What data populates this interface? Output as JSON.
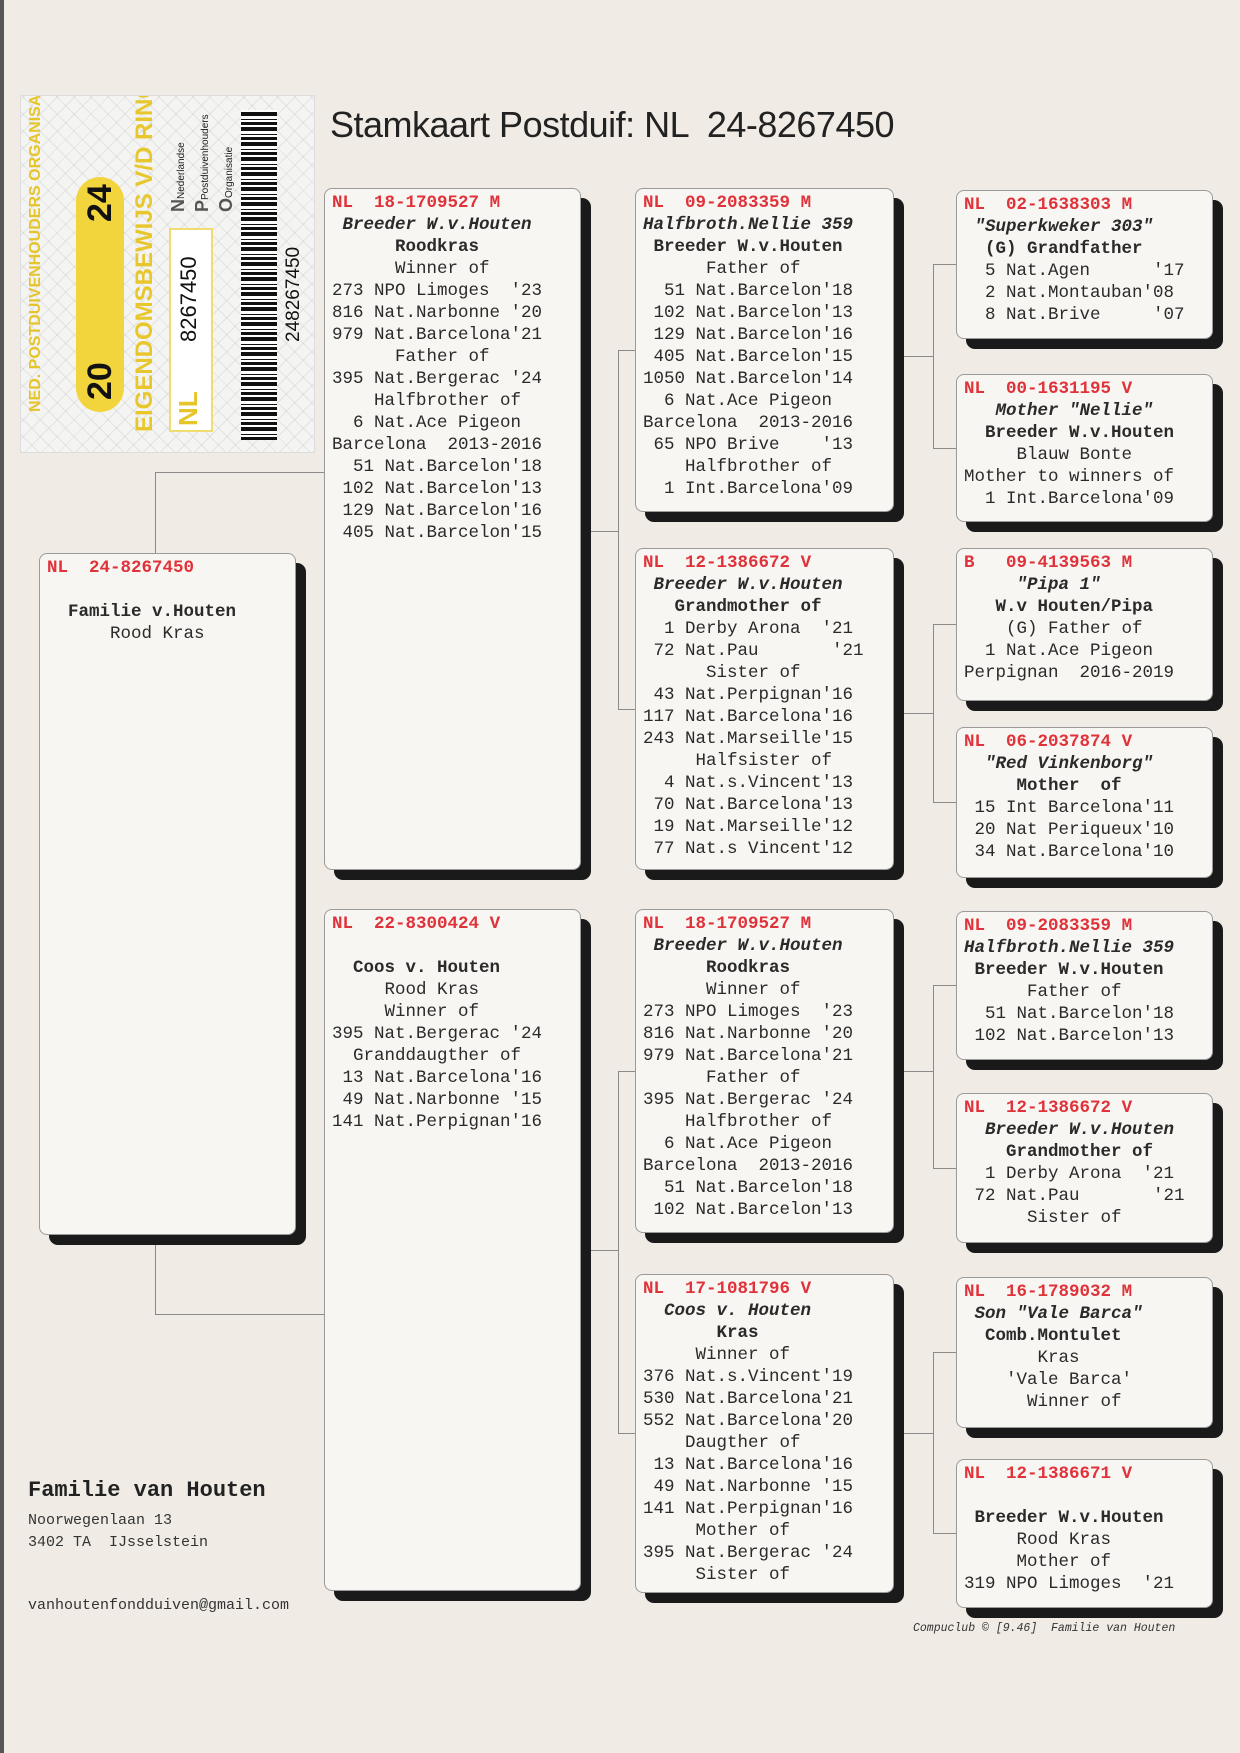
{
  "title": "Stamkaart Postduif: NL  24-8267450",
  "ring_card": {
    "organisation": "NED. POSTDUIVENHOUDERS ORGANISATIE",
    "label": "EIGENDOMSBEWIJS V/D RING",
    "year_left": "20",
    "year_right": "24",
    "country": "NL",
    "ring_number": "8267450",
    "barcode_number": "248267450",
    "npo": [
      "Nederlandse",
      "Postduivenhouders",
      "Organisatie"
    ]
  },
  "pedigree": [
    {
      "country": "NL",
      "ring": "24-8267450",
      "sex": "",
      "lines": [
        {
          "t": ""
        },
        {
          "t": "  Familie v.Houten",
          "s": "b"
        },
        {
          "t": "      Rood Kras"
        }
      ]
    },
    {
      "country": "NL",
      "ring": "18-1709527",
      "sex": "M",
      "lines": [
        {
          "t": " Breeder W.v.Houten",
          "s": "i"
        },
        {
          "t": "      Roodkras",
          "s": "b"
        },
        {
          "t": "      Winner of"
        },
        {
          "t": "273 NPO Limoges  '23"
        },
        {
          "t": "816 Nat.Narbonne '20"
        },
        {
          "t": "979 Nat.Barcelona'21"
        },
        {
          "t": "      Father of"
        },
        {
          "t": "395 Nat.Bergerac '24"
        },
        {
          "t": "    Halfbrother of"
        },
        {
          "t": "  6 Nat.Ace Pigeon"
        },
        {
          "t": "Barcelona  2013-2016"
        },
        {
          "t": "  51 Nat.Barcelon'18"
        },
        {
          "t": " 102 Nat.Barcelon'13"
        },
        {
          "t": " 129 Nat.Barcelon'16"
        },
        {
          "t": " 405 Nat.Barcelon'15"
        }
      ]
    },
    {
      "country": "NL",
      "ring": "22-8300424",
      "sex": "V",
      "lines": [
        {
          "t": ""
        },
        {
          "t": "  Coos v. Houten",
          "s": "b"
        },
        {
          "t": "     Rood Kras"
        },
        {
          "t": "     Winner of"
        },
        {
          "t": "395 Nat.Bergerac '24"
        },
        {
          "t": "  Granddaugther of"
        },
        {
          "t": " 13 Nat.Barcelona'16"
        },
        {
          "t": " 49 Nat.Narbonne '15"
        },
        {
          "t": "141 Nat.Perpignan'16"
        }
      ]
    },
    {
      "country": "NL",
      "ring": "09-2083359",
      "sex": "M",
      "lines": [
        {
          "t": "Halfbroth.Nellie 359",
          "s": "i"
        },
        {
          "t": " Breeder W.v.Houten",
          "s": "b"
        },
        {
          "t": "      Father of"
        },
        {
          "t": "  51 Nat.Barcelon'18"
        },
        {
          "t": " 102 Nat.Barcelon'13"
        },
        {
          "t": " 129 Nat.Barcelon'16"
        },
        {
          "t": " 405 Nat.Barcelon'15"
        },
        {
          "t": "1050 Nat.Barcelon'14"
        },
        {
          "t": "  6 Nat.Ace Pigeon"
        },
        {
          "t": "Barcelona  2013-2016"
        },
        {
          "t": " 65 NPO Brive    '13"
        },
        {
          "t": "    Halfbrother of"
        },
        {
          "t": "  1 Int.Barcelona'09"
        }
      ]
    },
    {
      "country": "NL",
      "ring": "12-1386672",
      "sex": "V",
      "lines": [
        {
          "t": " Breeder W.v.Houten",
          "s": "i"
        },
        {
          "t": "   Grandmother of",
          "s": "b"
        },
        {
          "t": "  1 Derby Arona  '21"
        },
        {
          "t": " 72 Nat.Pau       '21"
        },
        {
          "t": "      Sister of"
        },
        {
          "t": " 43 Nat.Perpignan'16"
        },
        {
          "t": "117 Nat.Barcelona'16"
        },
        {
          "t": "243 Nat.Marseille'15"
        },
        {
          "t": "     Halfsister of"
        },
        {
          "t": "  4 Nat.s.Vincent'13"
        },
        {
          "t": " 70 Nat.Barcelona'13"
        },
        {
          "t": " 19 Nat.Marseille'12"
        },
        {
          "t": " 77 Nat.s Vincent'12"
        }
      ]
    },
    {
      "country": "NL",
      "ring": "18-1709527",
      "sex": "M",
      "lines": [
        {
          "t": " Breeder W.v.Houten",
          "s": "i"
        },
        {
          "t": "      Roodkras",
          "s": "b"
        },
        {
          "t": "      Winner of"
        },
        {
          "t": "273 NPO Limoges  '23"
        },
        {
          "t": "816 Nat.Narbonne '20"
        },
        {
          "t": "979 Nat.Barcelona'21"
        },
        {
          "t": "      Father of"
        },
        {
          "t": "395 Nat.Bergerac '24"
        },
        {
          "t": "    Halfbrother of"
        },
        {
          "t": "  6 Nat.Ace Pigeon"
        },
        {
          "t": "Barcelona  2013-2016"
        },
        {
          "t": "  51 Nat.Barcelon'18"
        },
        {
          "t": " 102 Nat.Barcelon'13"
        }
      ]
    },
    {
      "country": "NL",
      "ring": "17-1081796",
      "sex": "V",
      "lines": [
        {
          "t": "  Coos v. Houten",
          "s": "i"
        },
        {
          "t": "       Kras",
          "s": "b"
        },
        {
          "t": "     Winner of"
        },
        {
          "t": "376 Nat.s.Vincent'19"
        },
        {
          "t": "530 Nat.Barcelona'21"
        },
        {
          "t": "552 Nat.Barcelona'20"
        },
        {
          "t": "    Daugther of"
        },
        {
          "t": " 13 Nat.Barcelona'16"
        },
        {
          "t": " 49 Nat.Narbonne '15"
        },
        {
          "t": "141 Nat.Perpignan'16"
        },
        {
          "t": "     Mother of"
        },
        {
          "t": "395 Nat.Bergerac '24"
        },
        {
          "t": "     Sister of"
        }
      ]
    },
    {
      "country": "NL",
      "ring": "02-1638303",
      "sex": "M",
      "lines": [
        {
          "t": " \"Superkweker 303\"",
          "s": "i"
        },
        {
          "t": "  (G) Grandfather",
          "s": "b"
        },
        {
          "t": "  5 Nat.Agen      '17"
        },
        {
          "t": "  2 Nat.Montauban'08"
        },
        {
          "t": "  8 Nat.Brive     '07"
        }
      ]
    },
    {
      "country": "NL",
      "ring": "00-1631195",
      "sex": "V",
      "lines": [
        {
          "t": "   Mother \"Nellie\"",
          "s": "i"
        },
        {
          "t": "  Breeder W.v.Houten",
          "s": "b"
        },
        {
          "t": "     Blauw Bonte"
        },
        {
          "t": "Mother to winners of"
        },
        {
          "t": "  1 Int.Barcelona'09"
        }
      ]
    },
    {
      "country": "B",
      "ring": "09-4139563",
      "sex": "M",
      "lines": [
        {
          "t": "     \"Pipa 1\"",
          "s": "i"
        },
        {
          "t": "   W.v Houten/Pipa",
          "s": "b"
        },
        {
          "t": "    (G) Father of"
        },
        {
          "t": "  1 Nat.Ace Pigeon"
        },
        {
          "t": "Perpignan  2016-2019"
        }
      ]
    },
    {
      "country": "NL",
      "ring": "06-2037874",
      "sex": "V",
      "lines": [
        {
          "t": "  \"Red Vinkenborg\"",
          "s": "i"
        },
        {
          "t": "     Mother  of",
          "s": "b"
        },
        {
          "t": " 15 Int Barcelona'11"
        },
        {
          "t": " 20 Nat Periqueux'10"
        },
        {
          "t": " 34 Nat.Barcelona'10"
        }
      ]
    },
    {
      "country": "NL",
      "ring": "09-2083359",
      "sex": "M",
      "lines": [
        {
          "t": "Halfbroth.Nellie 359",
          "s": "i"
        },
        {
          "t": " Breeder W.v.Houten",
          "s": "b"
        },
        {
          "t": "      Father of"
        },
        {
          "t": "  51 Nat.Barcelon'18"
        },
        {
          "t": " 102 Nat.Barcelon'13"
        }
      ]
    },
    {
      "country": "NL",
      "ring": "12-1386672",
      "sex": "V",
      "lines": [
        {
          "t": "  Breeder W.v.Houten",
          "s": "i"
        },
        {
          "t": "    Grandmother of",
          "s": "b"
        },
        {
          "t": "  1 Derby Arona  '21"
        },
        {
          "t": " 72 Nat.Pau       '21"
        },
        {
          "t": "      Sister of"
        }
      ]
    },
    {
      "country": "NL",
      "ring": "16-1789032",
      "sex": "M",
      "lines": [
        {
          "t": " Son \"Vale Barca\"",
          "s": "i"
        },
        {
          "t": "  Comb.Montulet",
          "s": "b"
        },
        {
          "t": "       Kras"
        },
        {
          "t": "    'Vale Barca'"
        },
        {
          "t": "      Winner of"
        }
      ]
    },
    {
      "country": "NL",
      "ring": "12-1386671",
      "sex": "V",
      "lines": [
        {
          "t": ""
        },
        {
          "t": " Breeder W.v.Houten",
          "s": "b"
        },
        {
          "t": "     Rood Kras"
        },
        {
          "t": "     Mother of"
        },
        {
          "t": "319 NPO Limoges  '21"
        }
      ]
    }
  ],
  "owner": {
    "name": "Familie van Houten",
    "street": "Noorwegenlaan 13",
    "city": "3402 TA  IJsselstein",
    "email": "vanhoutenfondduiven@gmail.com"
  },
  "credit": "Compuclub © [9.46]  Familie van Houten",
  "colors": {
    "ring_red": "#e0323a",
    "paper": "#f0ece5",
    "ring_yellow": "#f2d53c"
  }
}
